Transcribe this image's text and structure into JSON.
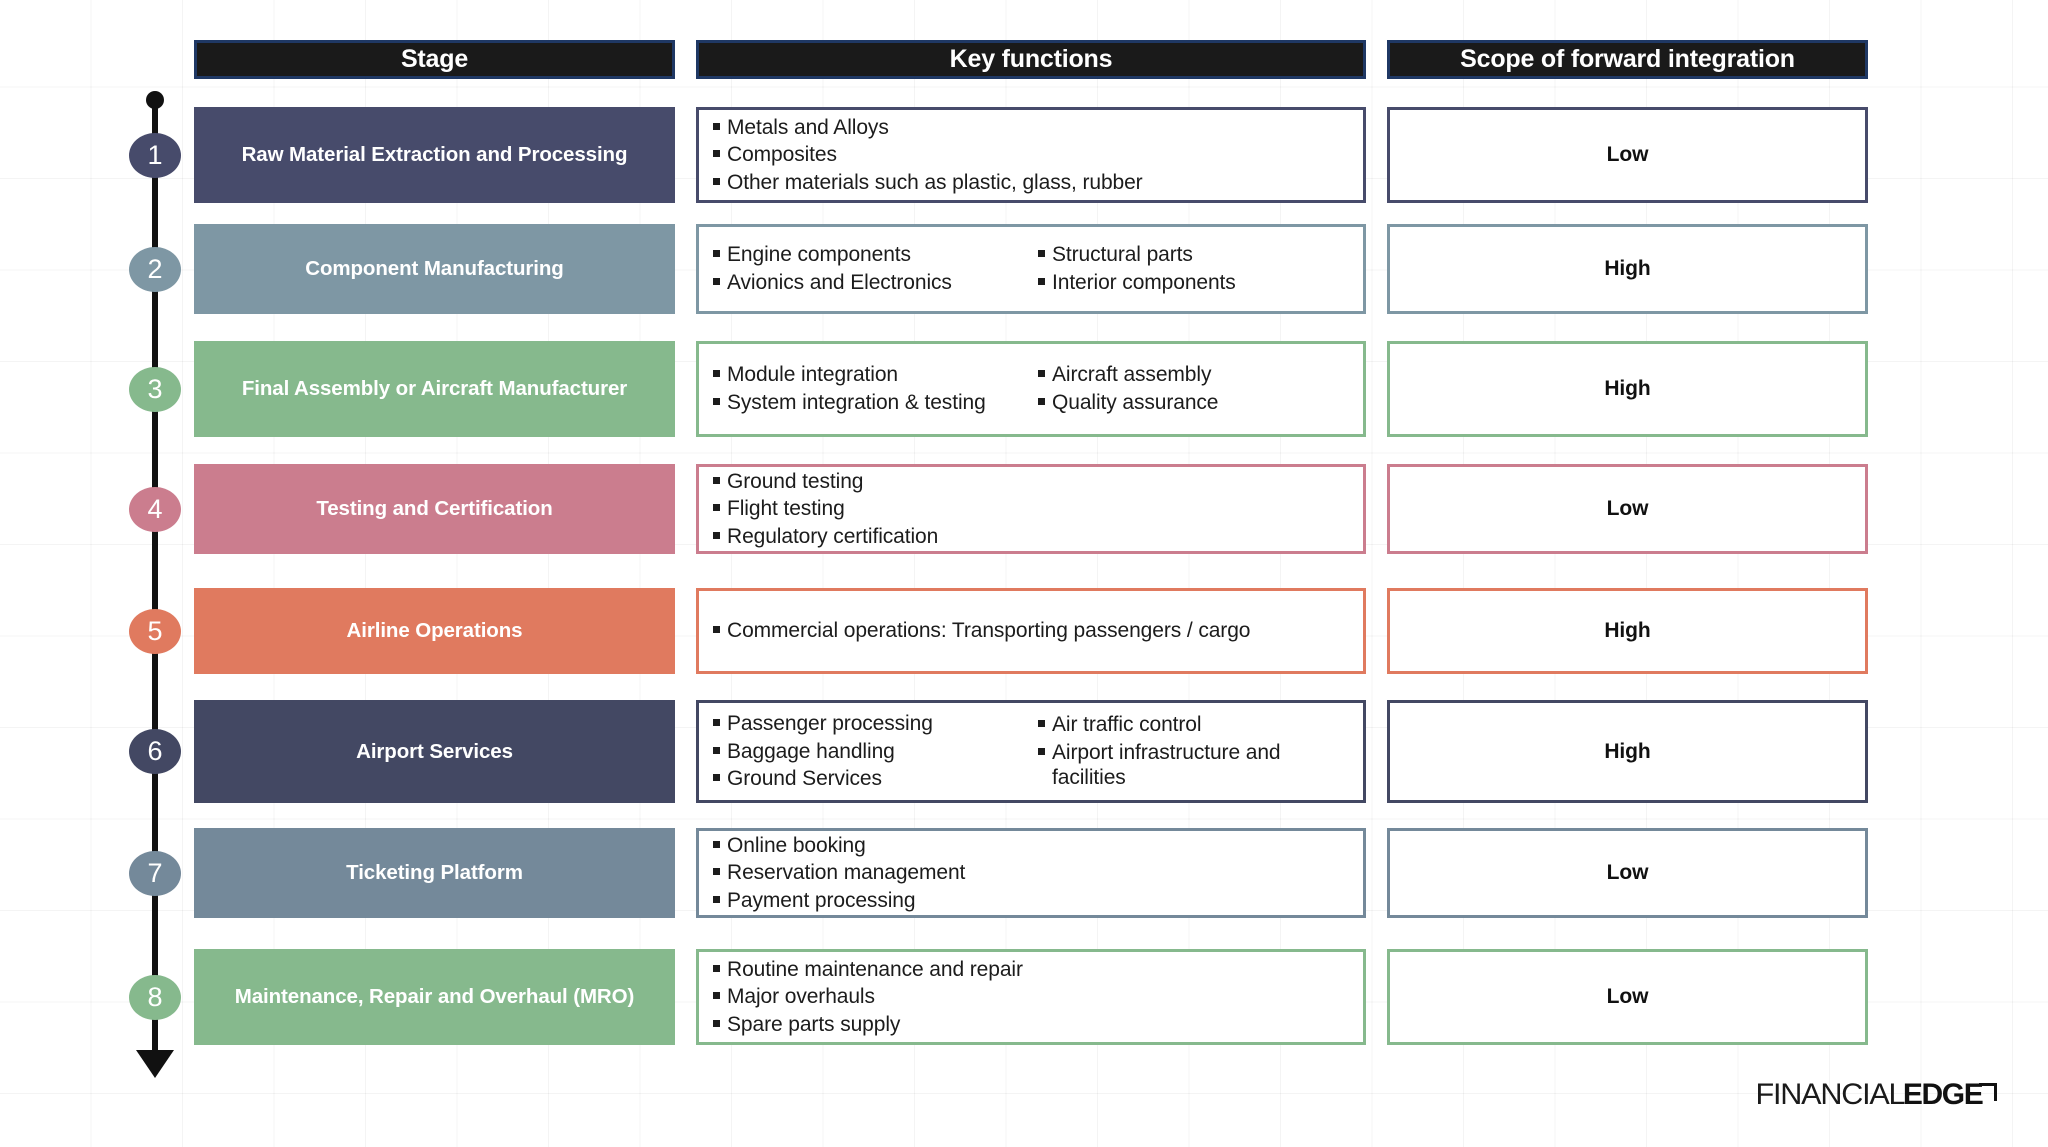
{
  "headers": {
    "stage": "Stage",
    "key_functions": "Key functions",
    "scope": "Scope of forward integration"
  },
  "colors": {
    "header_fill": "#1a1a1a",
    "header_border": "#1f3864",
    "timeline": "#111111",
    "slate_navy": "#474b6b",
    "steel_blue": "#7e97a4",
    "green": "#86b98d",
    "rose": "#cb7d8e",
    "coral": "#e07a5f",
    "dark_navy": "#434863",
    "gray_blue": "#74899a"
  },
  "rows": [
    {
      "number": "1",
      "stage": "Raw Material Extraction and Processing",
      "color": "#474b6b",
      "scope": "Low",
      "columns": [
        [
          "Metals and Alloys",
          "Composites",
          "Other materials such as plastic, glass, rubber"
        ]
      ]
    },
    {
      "number": "2",
      "stage": "Component Manufacturing",
      "color": "#7e97a4",
      "scope": "High",
      "columns": [
        [
          "Engine components",
          "Avionics and Electronics"
        ],
        [
          "Structural parts",
          "Interior components"
        ]
      ]
    },
    {
      "number": "3",
      "stage": "Final Assembly or Aircraft Manufacturer",
      "color": "#86b98d",
      "scope": "High",
      "columns": [
        [
          "Module integration",
          "System integration & testing"
        ],
        [
          "Aircraft assembly",
          "Quality assurance"
        ]
      ]
    },
    {
      "number": "4",
      "stage": "Testing and Certification",
      "color": "#cb7d8e",
      "scope": "Low",
      "columns": [
        [
          "Ground testing",
          "Flight testing",
          "Regulatory certification"
        ]
      ]
    },
    {
      "number": "5",
      "stage": "Airline Operations",
      "color": "#e07a5f",
      "scope": "High",
      "columns": [
        [
          "Commercial operations: Transporting passengers / cargo"
        ]
      ]
    },
    {
      "number": "6",
      "stage": "Airport Services",
      "color": "#434863",
      "scope": "High",
      "columns": [
        [
          "Passenger processing",
          "Baggage handling",
          "Ground Services"
        ],
        [
          "Air traffic control",
          "Airport infrastructure and facilities"
        ]
      ]
    },
    {
      "number": "7",
      "stage": "Ticketing Platform",
      "color": "#74899a",
      "scope": "Low",
      "columns": [
        [
          "Online booking",
          "Reservation management",
          "Payment processing"
        ]
      ]
    },
    {
      "number": "8",
      "stage": "Maintenance, Repair and Overhaul (MRO)",
      "color": "#86b98d",
      "scope": "Low",
      "columns": [
        [
          "Routine maintenance and repair",
          "Major overhauls",
          "Spare parts supply"
        ]
      ]
    }
  ],
  "logo": {
    "thin": "FINANCIAL",
    "bold": "EDGE"
  }
}
